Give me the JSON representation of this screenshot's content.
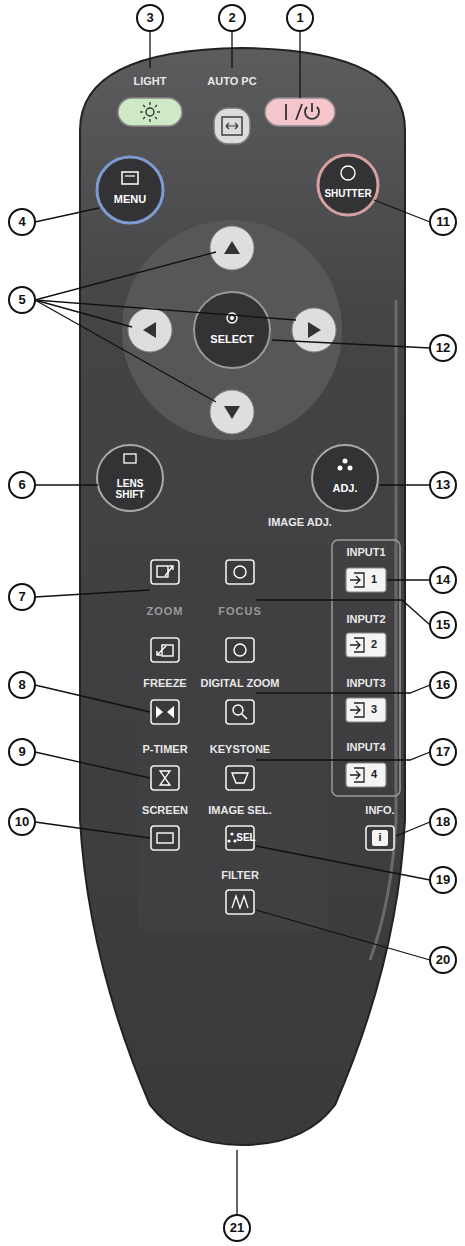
{
  "diagram": {
    "labels": [
      "1",
      "2",
      "3",
      "4",
      "5",
      "6",
      "7",
      "8",
      "9",
      "10",
      "11",
      "12",
      "13",
      "14",
      "15",
      "16",
      "17",
      "18",
      "19",
      "20",
      "21",
      "LIGHT",
      "AUTO PC",
      "MENU",
      "SHUTTER",
      "SELECT",
      "LENS SHIFT",
      "ADJ.",
      "IMAGE ADJ.",
      "INPUT1",
      "1",
      "ZOOM",
      "FOCUS",
      "INPUT2",
      "2",
      "FREEZE",
      "DIGITAL ZOOM",
      "INPUT3",
      "3",
      "P-TIMER",
      "KEYSTONE",
      "INPUT4",
      "4",
      "SCREEN",
      "IMAGE SEL.",
      "SEL",
      "INFO.",
      "i",
      "FILTER"
    ]
  }
}
